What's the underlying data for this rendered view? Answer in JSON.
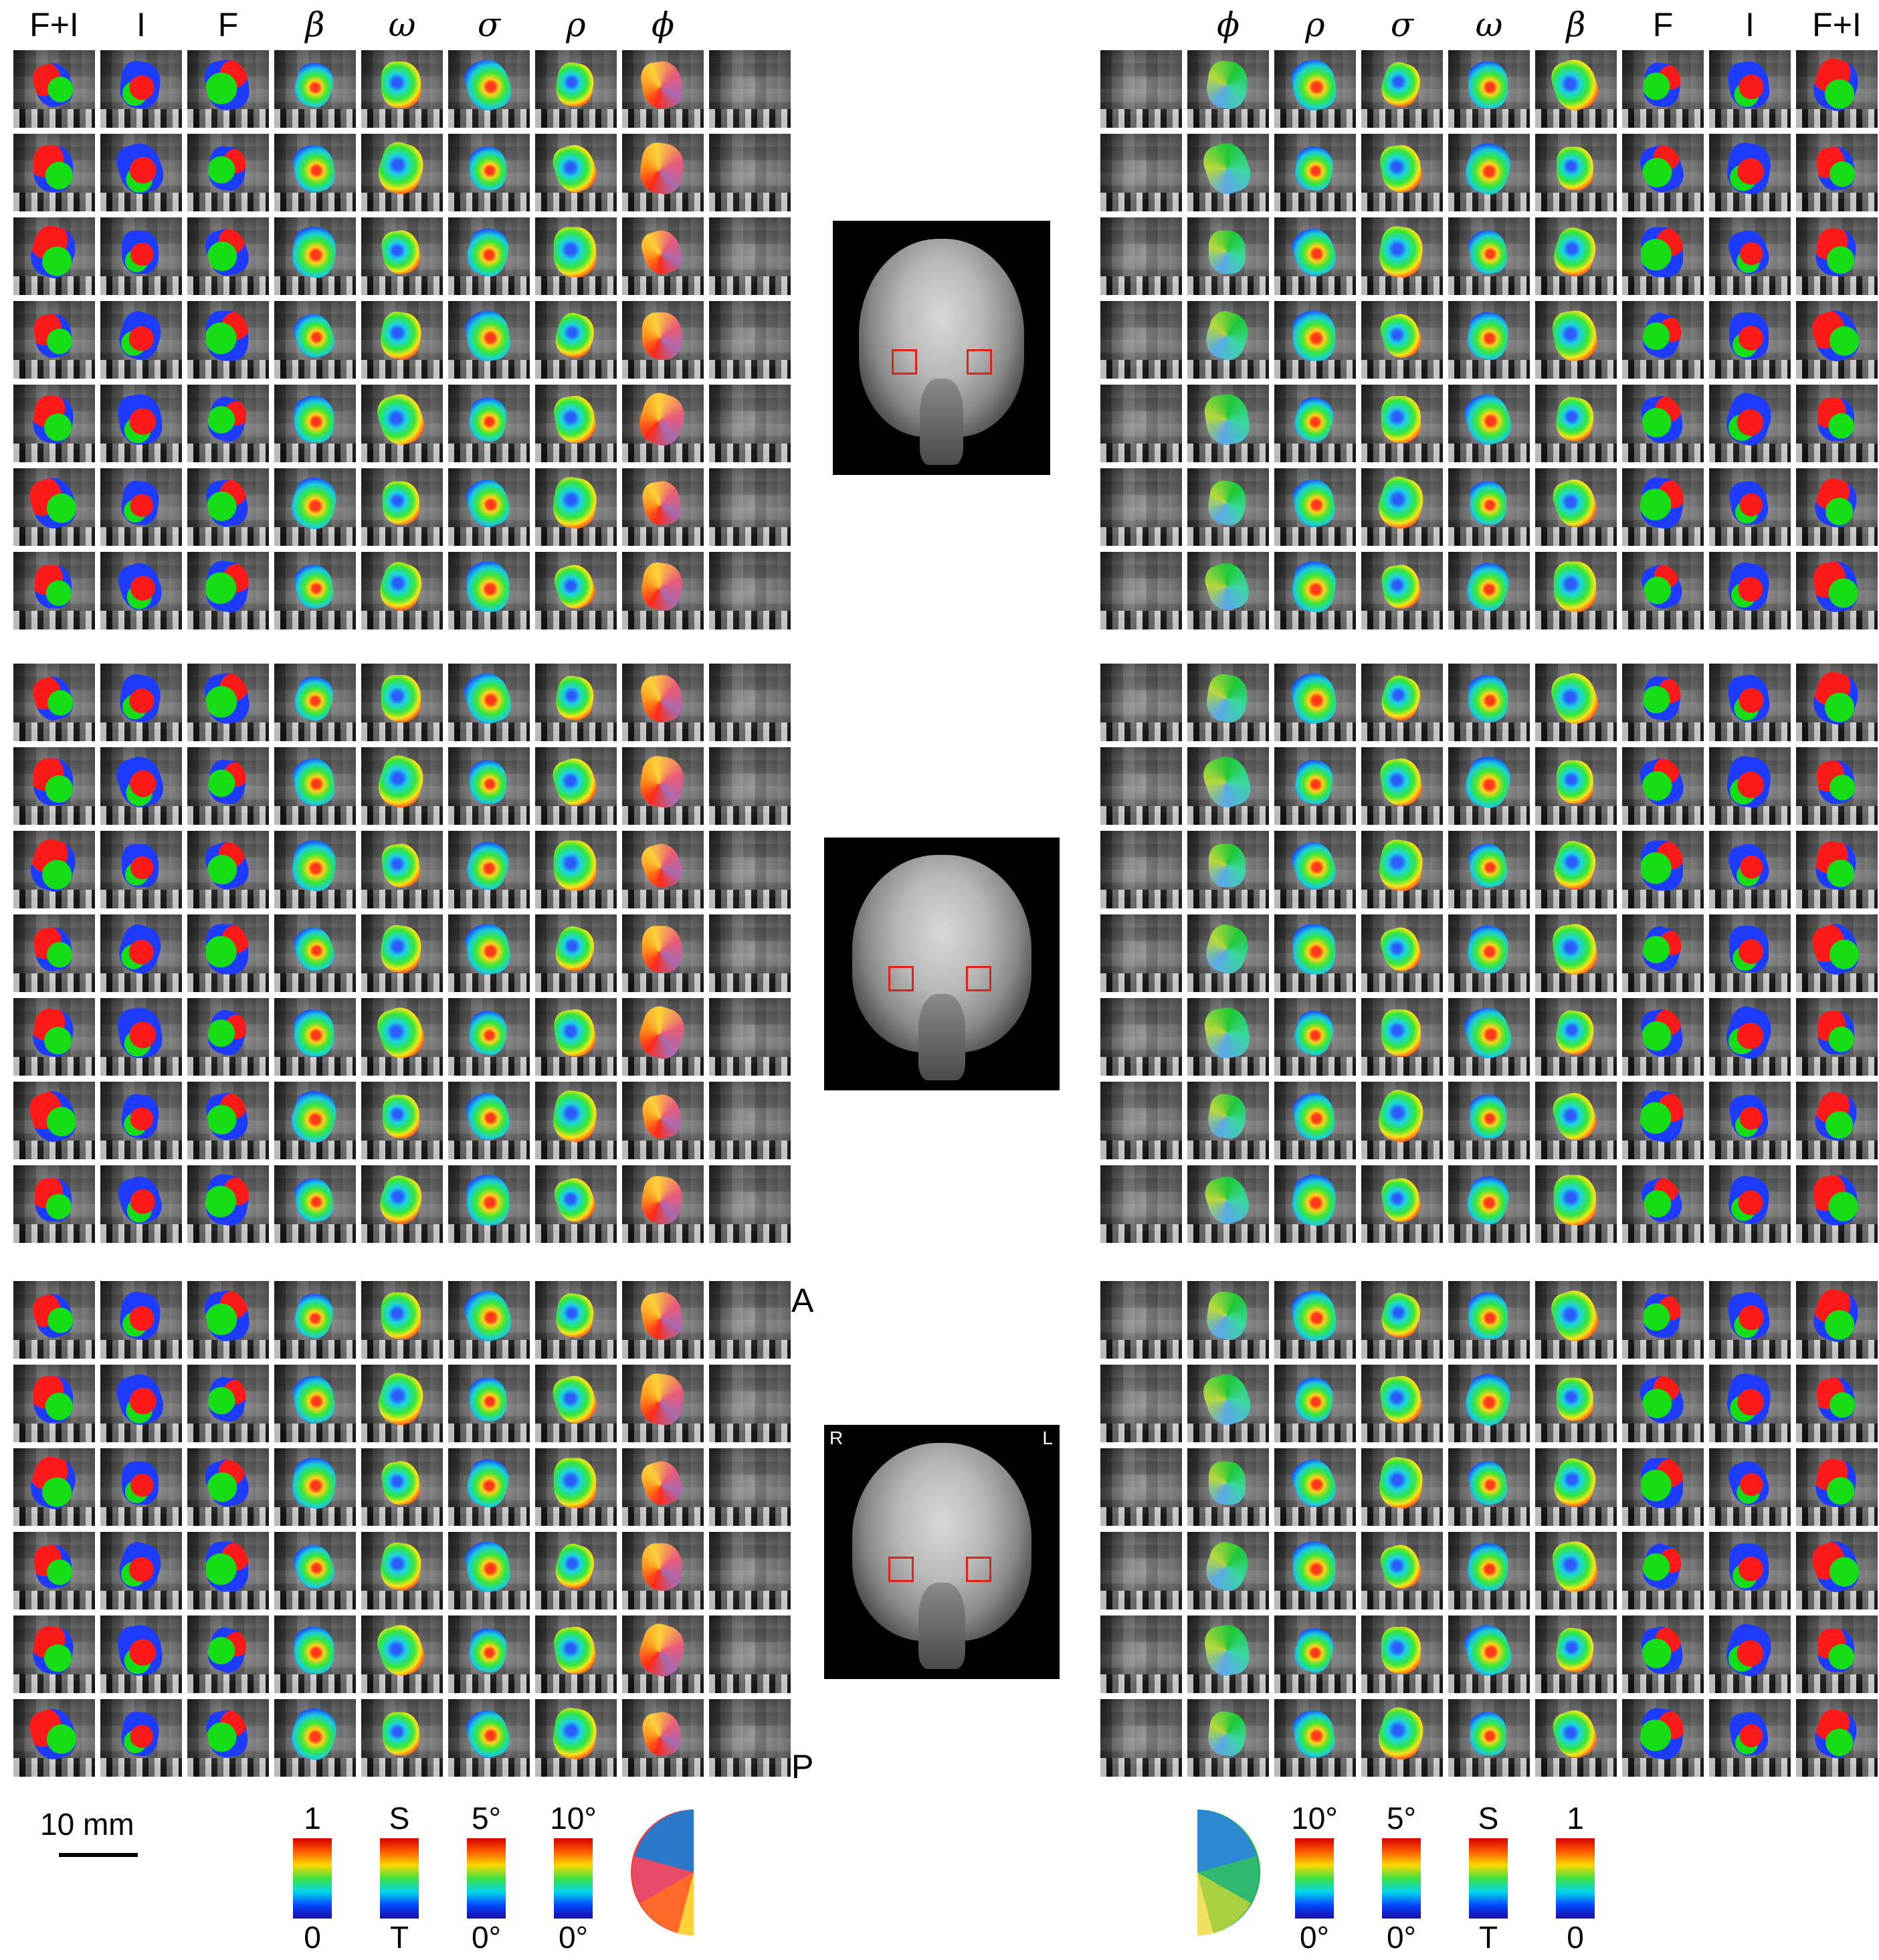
{
  "headers": {
    "left": [
      "F+I",
      "I",
      "F",
      "β",
      "ω",
      "σ",
      "ρ",
      "ϕ"
    ],
    "right": [
      "ϕ",
      "ρ",
      "σ",
      "ω",
      "β",
      "F",
      "I",
      "F+I"
    ]
  },
  "orientation": {
    "anterior": "A",
    "posterior": "P",
    "right": "R",
    "left": "L"
  },
  "scale_bar": {
    "label": "10 mm"
  },
  "colorbars_left": [
    {
      "top": "1",
      "bottom": "0"
    },
    {
      "top": "S",
      "bottom": "T"
    },
    {
      "top": "5°",
      "bottom": "0°"
    },
    {
      "top": "10°",
      "bottom": "0°"
    }
  ],
  "colorbars_right": [
    {
      "top": "10°",
      "bottom": "0°"
    },
    {
      "top": "5°",
      "bottom": "0°"
    },
    {
      "top": "S",
      "bottom": "T"
    },
    {
      "top": "1",
      "bottom": "0"
    }
  ],
  "colors": {
    "red": "#ff1a1a",
    "green": "#16dd16",
    "blue": "#1e3cff",
    "roi_box": "#e0221a"
  }
}
